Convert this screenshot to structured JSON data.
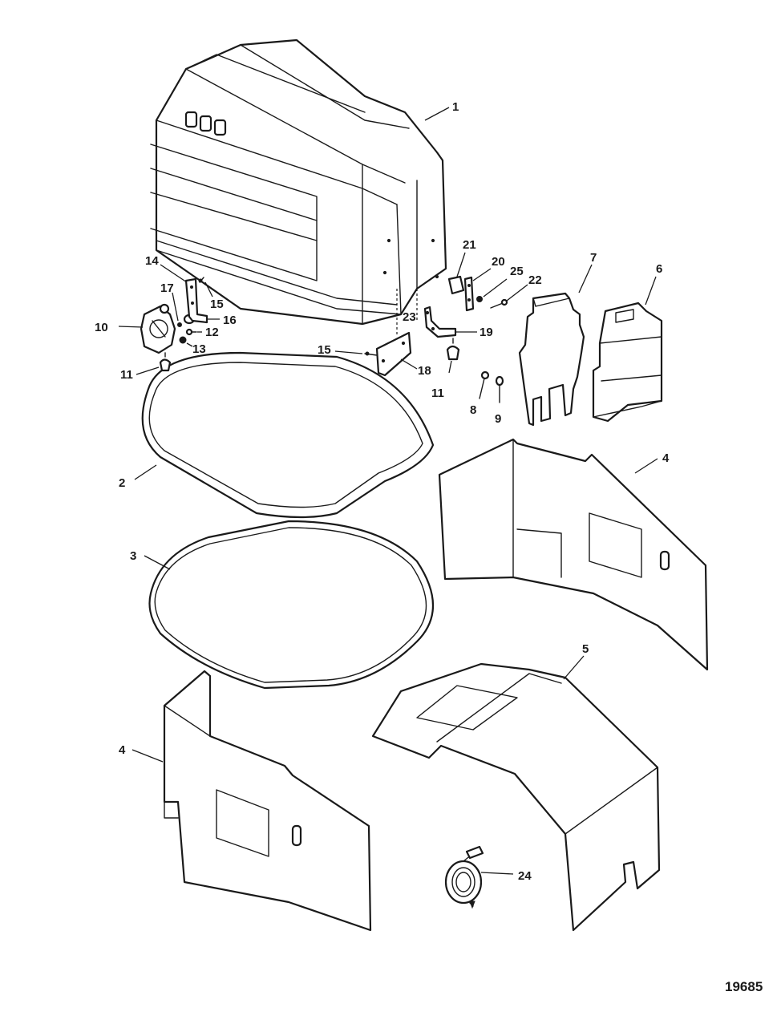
{
  "callouts": {
    "c1": "1",
    "c2": "2",
    "c3": "3",
    "c4a": "4",
    "c4b": "4",
    "c5": "5",
    "c6": "6",
    "c7": "7",
    "c8": "8",
    "c9": "9",
    "c10": "10",
    "c11a": "11",
    "c11b": "11",
    "c12": "12",
    "c13": "13",
    "c14": "14",
    "c15a": "15",
    "c15b": "15",
    "c16": "16",
    "c17": "17",
    "c18": "18",
    "c19": "19",
    "c20": "20",
    "c21": "21",
    "c22": "22",
    "c23": "23",
    "c24": "24",
    "c25": "25"
  },
  "figure_number": "19685"
}
